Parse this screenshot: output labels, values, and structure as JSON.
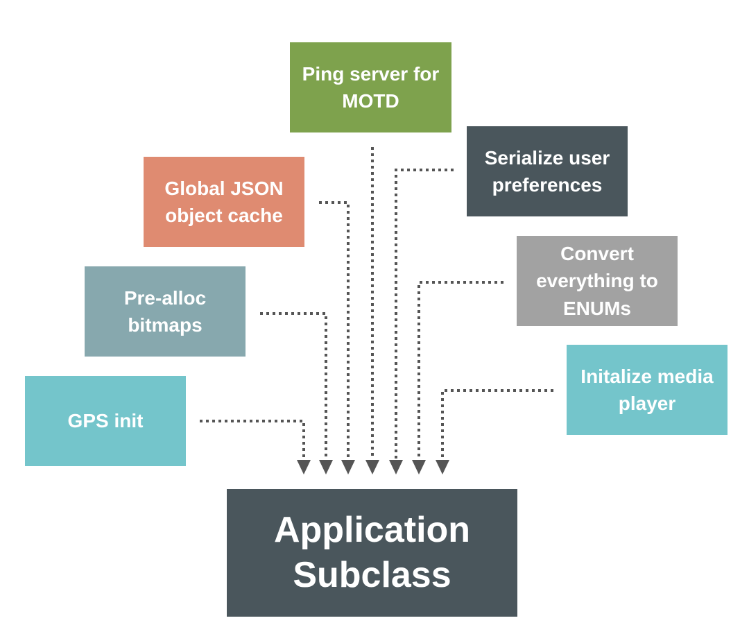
{
  "diagram": {
    "nodes": [
      {
        "id": "ping",
        "label": "Ping server for\nMOTD",
        "color": "#7ea24d"
      },
      {
        "id": "serialize",
        "label": "Serialize user\npreferences",
        "color": "#4a565c"
      },
      {
        "id": "json",
        "label": "Global JSON\nobject cache",
        "color": "#df8b71"
      },
      {
        "id": "enum",
        "label": "Convert\neverything to\nENUMs",
        "color": "#a2a2a2"
      },
      {
        "id": "prealloc",
        "label": "Pre-alloc\nbitmaps",
        "color": "#87a8ae"
      },
      {
        "id": "media",
        "label": "Initalize media\nplayer",
        "color": "#74c5cb"
      },
      {
        "id": "gps",
        "label": "GPS init",
        "color": "#74c5cb"
      },
      {
        "id": "app",
        "label": "Application\nSubclass",
        "color": "#4a565c"
      }
    ],
    "edges": [
      {
        "from": "gps",
        "to": "app"
      },
      {
        "from": "prealloc",
        "to": "app"
      },
      {
        "from": "json",
        "to": "app"
      },
      {
        "from": "ping",
        "to": "app"
      },
      {
        "from": "serialize",
        "to": "app"
      },
      {
        "from": "enum",
        "to": "app"
      },
      {
        "from": "media",
        "to": "app"
      }
    ],
    "line_color": "#555555",
    "line_style": "dotted"
  }
}
